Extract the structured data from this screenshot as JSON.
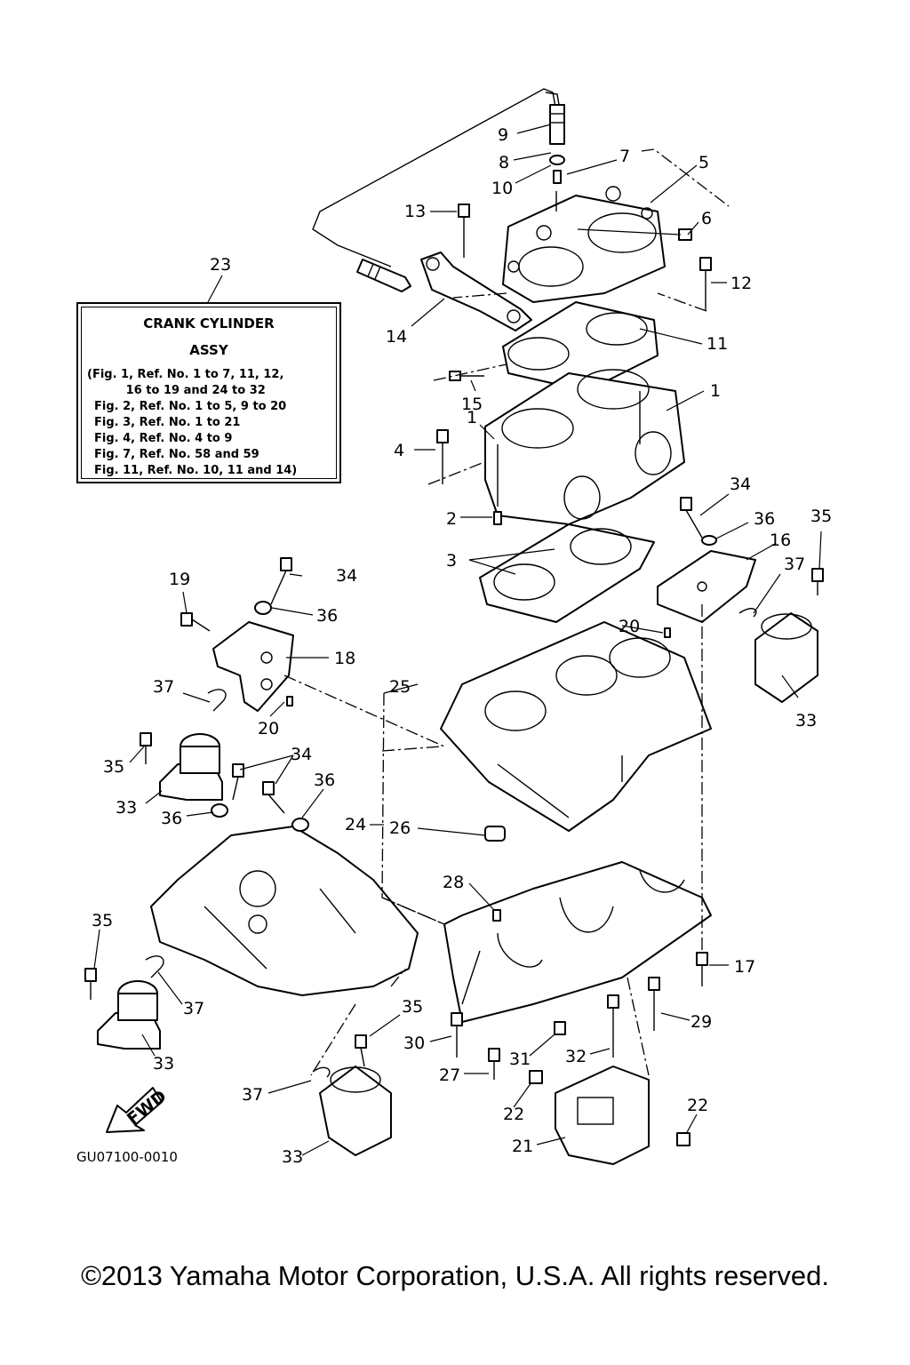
{
  "assembly_box": {
    "ref": "23",
    "title_line1": "CRANK  CYLINDER",
    "title_line2": "ASSY",
    "lines": [
      "(Fig. 1, Ref. No. 1 to 7, 11, 12,",
      "       16 to 19 and 24 to 32",
      "Fig. 2, Ref. No. 1 to 5, 9 to 20",
      "Fig. 3, Ref. No. 1 to 21",
      "Fig. 4, Ref. No. 4 to 9",
      "Fig. 7, Ref. No. 58 and 59",
      "Fig. 11, Ref. No. 10, 11 and 14)"
    ]
  },
  "callouts": [
    "9",
    "8",
    "7",
    "5",
    "10",
    "13",
    "6",
    "12",
    "14",
    "11",
    "15",
    "1",
    "1",
    "4",
    "2",
    "3",
    "34",
    "36",
    "35",
    "16",
    "37",
    "19",
    "34",
    "36",
    "18",
    "20",
    "20",
    "37",
    "25",
    "33",
    "34",
    "35",
    "36",
    "33",
    "24",
    "26",
    "36",
    "28",
    "35",
    "17",
    "37",
    "29",
    "33",
    "35",
    "30",
    "32",
    "31",
    "27",
    "37",
    "22",
    "22",
    "21",
    "33",
    "23"
  ],
  "fwd_label": "FWD",
  "figure_code": "GU07100-0010",
  "copyright": "©2013 Yamaha Motor Corporation, U.S.A. All rights reserved."
}
